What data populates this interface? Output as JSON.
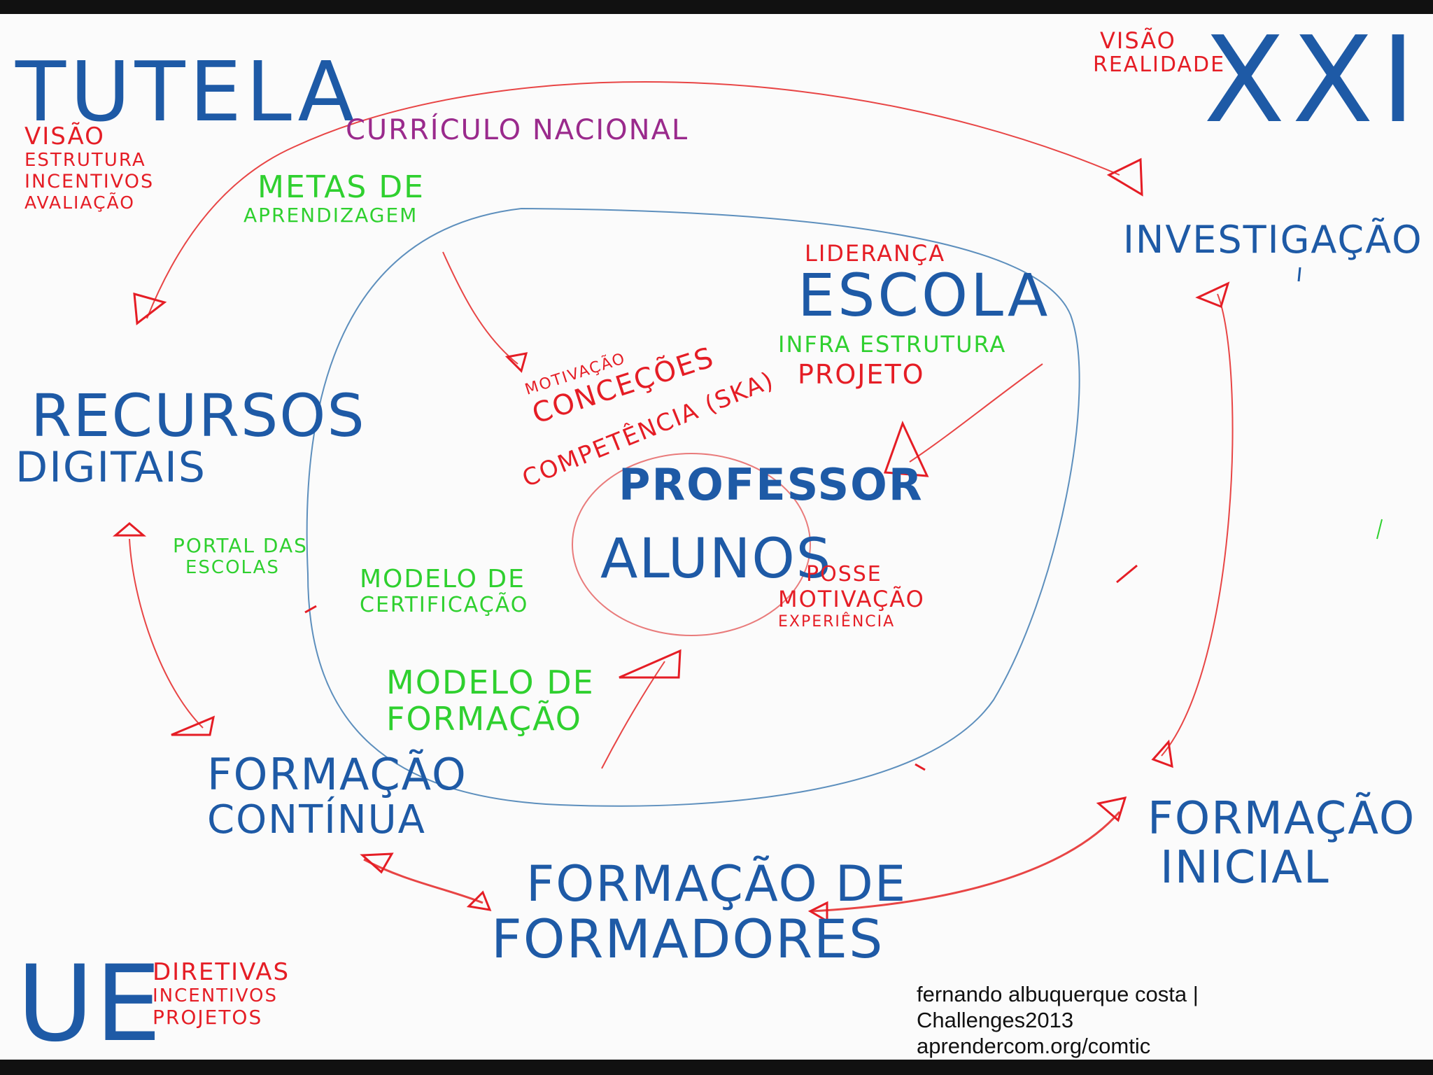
{
  "diagram": {
    "corners": {
      "top_left_title": "TUTELA",
      "top_left_items": [
        "VISÃO",
        "ESTRUTURA",
        "INCENTIVOS",
        "AVALIAÇÃO"
      ],
      "top_right_small": [
        "VISÃO",
        "REALIDADE"
      ],
      "top_right_big": "XXI",
      "bottom_left_big": "UE",
      "bottom_left_items": [
        "DIRETIVAS",
        "INCENTIVOS",
        "PROJETOS"
      ]
    },
    "nodes": {
      "curriculo": "CURRÍCULO NACIONAL",
      "metas": [
        "METAS DE",
        "APRENDIZAGEM"
      ],
      "recursos": [
        "RECURSOS",
        "DIGITAIS"
      ],
      "portal": [
        "PORTAL DAS",
        "ESCOLAS"
      ],
      "investigacao": "INVESTIGAÇÃO",
      "formacao_continua": [
        "FORMAÇÃO",
        "CONTÍNUA"
      ],
      "formacao_formadores": [
        "FORMAÇÃO DE",
        "FORMADORES"
      ],
      "formacao_inicial": [
        "FORMAÇÃO",
        "INICIAL"
      ]
    },
    "escola": {
      "lideranca": "LIDERANÇA",
      "title": "ESCOLA",
      "infra": "INFRA ESTRUTURA",
      "projeto": "PROJETO"
    },
    "center": {
      "top_labels": [
        "MOTIVAÇÃO",
        "CONCEÇÕES",
        "COMPETÊNCIA (SKA)"
      ],
      "professor": "PROFESSOR",
      "alunos": "ALUNOS",
      "right_labels": [
        "POSSE",
        "MOTIVAÇÃO",
        "EXPERIÊNCIA"
      ],
      "modelo_certificacao": [
        "MODELO DE",
        "CERTIFICAÇÃO"
      ],
      "modelo_formacao": [
        "MODELO DE",
        "FORMAÇÃO"
      ]
    },
    "colors": {
      "blue": "#1e5aa6",
      "red": "#e51d25",
      "green": "#2fd02f",
      "purple": "#9a2a8c"
    }
  },
  "credit": {
    "line1": "fernando albuquerque costa |",
    "line2": "Challenges2013",
    "line3": "aprendercom.org/comtic"
  }
}
